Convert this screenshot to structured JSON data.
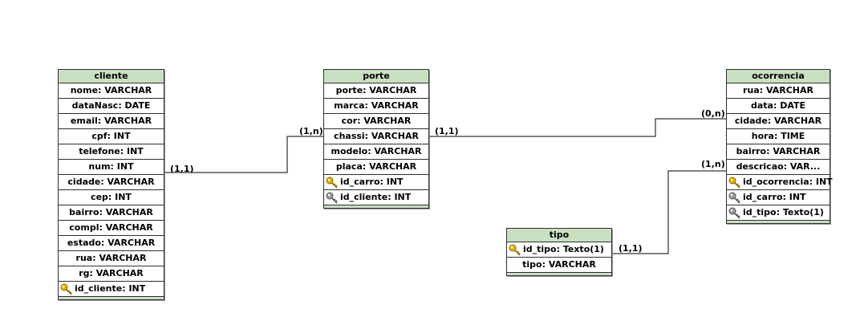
{
  "entities": {
    "cliente": {
      "title": "cliente",
      "attributes": [
        {
          "label": "nome: VARCHAR",
          "key": "none"
        },
        {
          "label": "dataNasc: DATE",
          "key": "none"
        },
        {
          "label": "email: VARCHAR",
          "key": "none"
        },
        {
          "label": "cpf: INT",
          "key": "none"
        },
        {
          "label": "telefone: INT",
          "key": "none"
        },
        {
          "label": "num: INT",
          "key": "none"
        },
        {
          "label": "cidade: VARCHAR",
          "key": "none"
        },
        {
          "label": "cep: INT",
          "key": "none"
        },
        {
          "label": "bairro: VARCHAR",
          "key": "none"
        },
        {
          "label": "compl: VARCHAR",
          "key": "none"
        },
        {
          "label": "estado: VARCHAR",
          "key": "none"
        },
        {
          "label": "rua: VARCHAR",
          "key": "none"
        },
        {
          "label": "rg: VARCHAR",
          "key": "none"
        },
        {
          "label": "id_cliente: INT",
          "key": "primary"
        }
      ]
    },
    "porte": {
      "title": "porte",
      "attributes": [
        {
          "label": "porte: VARCHAR",
          "key": "none"
        },
        {
          "label": "marca: VARCHAR",
          "key": "none"
        },
        {
          "label": "cor: VARCHAR",
          "key": "none"
        },
        {
          "label": "chassi: VARCHAR",
          "key": "none"
        },
        {
          "label": "modelo: VARCHAR",
          "key": "none"
        },
        {
          "label": "placa: VARCHAR",
          "key": "none"
        },
        {
          "label": "id_carro: INT",
          "key": "primary"
        },
        {
          "label": "id_cliente: INT",
          "key": "foreign"
        }
      ]
    },
    "ocorrencia": {
      "title": "ocorrencia",
      "attributes": [
        {
          "label": "rua: VARCHAR",
          "key": "none"
        },
        {
          "label": "data: DATE",
          "key": "none"
        },
        {
          "label": "cidade: VARCHAR",
          "key": "none"
        },
        {
          "label": "hora: TIME",
          "key": "none"
        },
        {
          "label": "bairro: VARCHAR",
          "key": "none"
        },
        {
          "label": "descricao: VAR...",
          "key": "none"
        },
        {
          "label": "id_ocorrencia: INT",
          "key": "primary"
        },
        {
          "label": "id_carro: INT",
          "key": "foreign"
        },
        {
          "label": "id_tipo: Texto(1)",
          "key": "foreign"
        }
      ]
    },
    "tipo": {
      "title": "tipo",
      "attributes": [
        {
          "label": "id_tipo: Texto(1)",
          "key": "primary"
        },
        {
          "label": "tipo: VARCHAR",
          "key": "none"
        }
      ]
    }
  },
  "relationships": {
    "cliente_porte": {
      "from_card": "(1,1)",
      "to_card": "(1,n)"
    },
    "porte_ocorrencia": {
      "from_card": "(1,1)",
      "to_card": "(0,n)"
    },
    "tipo_ocorrencia": {
      "from_card": "(1,1)",
      "to_card": "(1,n)"
    }
  },
  "colors": {
    "header_fill": "#c9dfc2",
    "primary_key": "#e8b400",
    "foreign_key": "#9a9a9a",
    "line": "#000000"
  },
  "icons": {
    "primary": "key-icon-gold",
    "foreign": "key-icon-gray"
  }
}
